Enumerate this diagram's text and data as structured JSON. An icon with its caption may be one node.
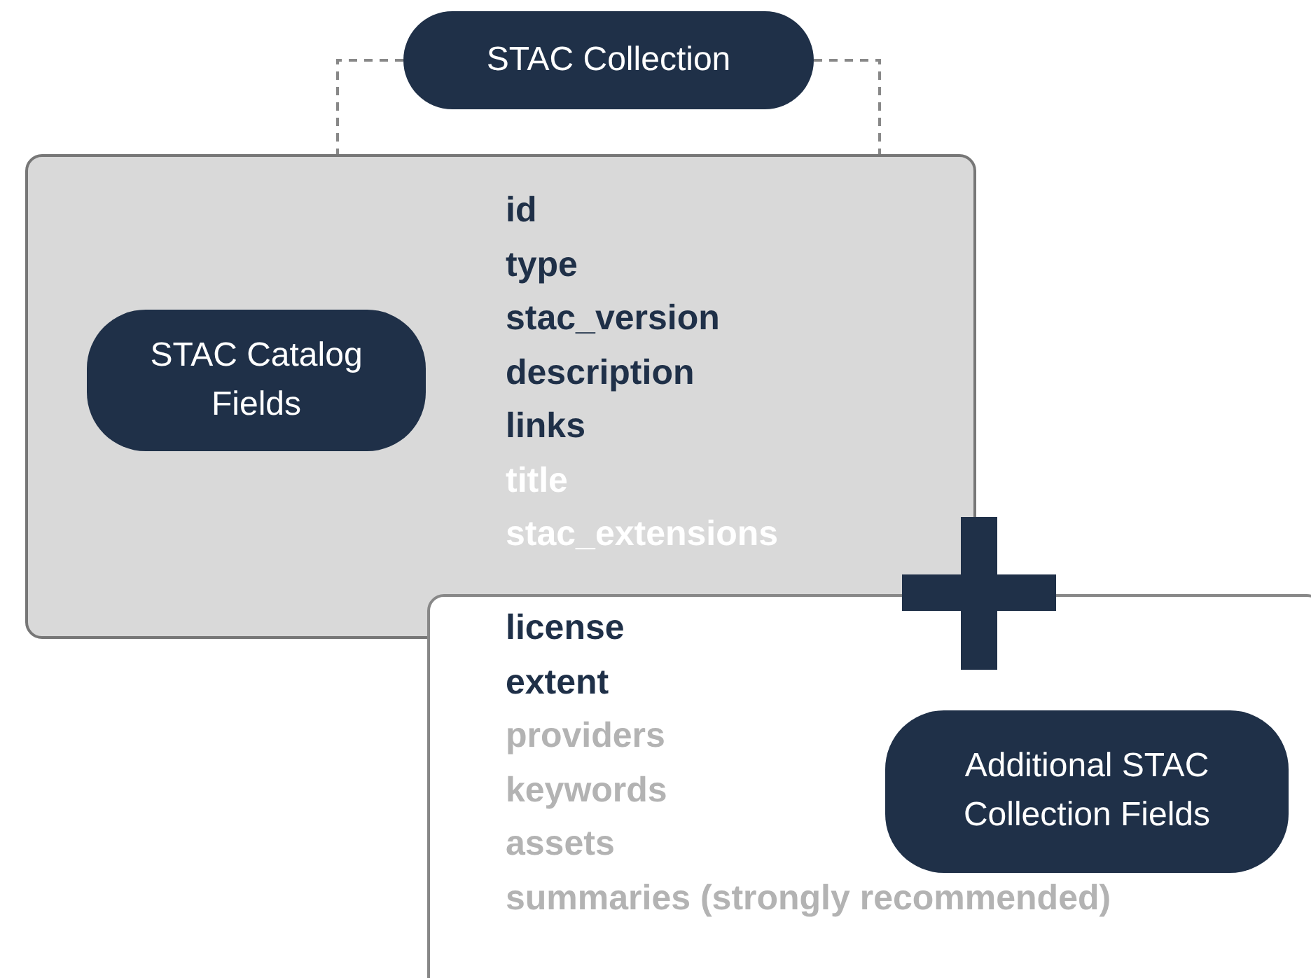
{
  "diagram": {
    "nodes": [
      {
        "text": [
          "STAC Collection"
        ]
      },
      {
        "text": [
          "id",
          "type",
          "stac_version",
          "description",
          "links",
          "title",
          "stac_extensions"
        ]
      },
      {
        "text": [
          "STAC Catalog Fields"
        ],
        "in": 1
      },
      {
        "text": [
          "license",
          "extent",
          "providers",
          "keywords",
          "assets",
          "summaries (strongly recommended)"
        ]
      },
      {
        "text": [
          "Additional STAC Collection Fields"
        ],
        "in": 3
      }
    ],
    "edges": [
      {
        "from": 0,
        "to": 1,
        "arrow": "none",
        "style": "dashed"
      },
      {
        "from": 0,
        "to": 1,
        "arrow": "none",
        "style": "dashed"
      }
    ]
  }
}
